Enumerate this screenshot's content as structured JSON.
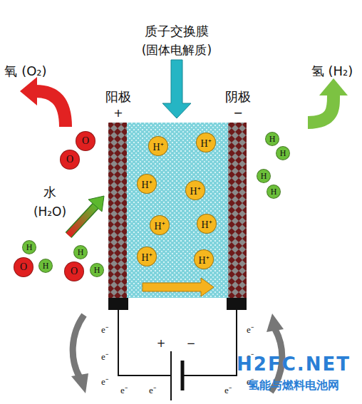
{
  "diagram": {
    "nodes": [
      {
        "text": [
          "O"
        ]
      },
      {
        "text": [
          "O"
        ]
      },
      {
        "text": [
          "H"
        ]
      },
      {
        "text": [
          "H"
        ]
      },
      {
        "text": [
          "H"
        ]
      },
      {
        "text": [
          "H"
        ]
      },
      {
        "text": [
          "H⁺"
        ]
      },
      {
        "text": [
          "H⁺"
        ]
      },
      {
        "text": [
          "H⁺"
        ]
      },
      {
        "text": [
          "H⁺"
        ]
      },
      {
        "text": [
          "H⁺"
        ]
      },
      {
        "text": [
          "H⁺"
        ]
      },
      {
        "text": [
          "H⁺"
        ]
      },
      {
        "text": [
          "H⁺"
        ]
      },
      {
        "text": [
          "H"
        ]
      },
      {
        "text": [
          "O"
        ]
      },
      {
        "text": [
          "H"
        ]
      },
      {
        "text": [
          "H"
        ]
      },
      {
        "text": [
          "O"
        ]
      },
      {
        "text": [
          "H"
        ]
      }
    ],
    "labels": [
      "质子交换膜",
      "(固体电解质)",
      "氧 (O₂)",
      "氢 (H₂)",
      "阳极",
      "+",
      "阴极",
      "−",
      "水",
      "(H₂O)",
      "e⁻",
      "e⁻",
      "e⁻",
      "e⁻",
      "e⁻",
      "e⁻",
      "e⁻",
      "e⁻",
      "e⁻",
      "+",
      "−",
      "H2FC.NET",
      "氢能与燃料电池网"
    ]
  }
}
